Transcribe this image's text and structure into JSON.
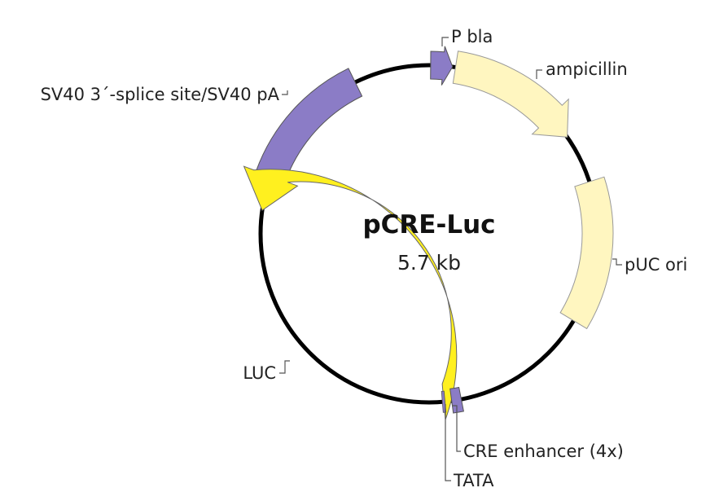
{
  "plasmid": {
    "name": "pCRE-Luc",
    "size": "5.7 kb",
    "backbone_color": "#000000"
  },
  "features": [
    {
      "id": "p-bla",
      "label": "P bla",
      "color": "#8B7CC6"
    },
    {
      "id": "ampicillin",
      "label": "ampicillin",
      "color": "#FFF6C0"
    },
    {
      "id": "puc-ori",
      "label": "pUC ori",
      "color": "#FFF6C0"
    },
    {
      "id": "cre-enhancer",
      "label": "CRE enhancer (4x)",
      "color": "#8B7CC6"
    },
    {
      "id": "tata",
      "label": "TATA",
      "color": "#8B7CC6"
    },
    {
      "id": "luc",
      "label": "LUC",
      "color": "#FFF01F"
    },
    {
      "id": "sv40",
      "label": "SV40 3´-splice site/SV40 pA",
      "color": "#8B7CC6"
    }
  ]
}
